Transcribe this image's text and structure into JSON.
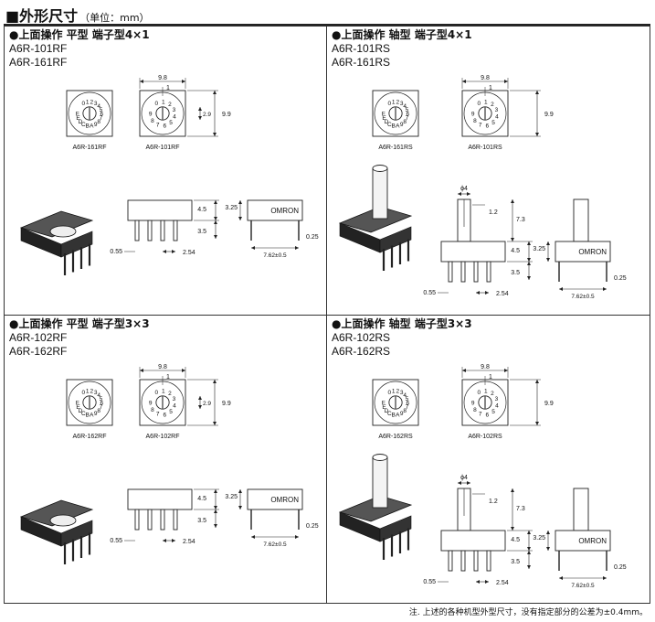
{
  "page_title": "■外形尺寸",
  "unit_label": "（单位：mm）",
  "panels": [
    {
      "heading": "●上面操作 平型 端子型4×1",
      "models": [
        "A6R-101RF",
        "A6R-161RF"
      ],
      "caption_left": "A6R-161RF",
      "caption_right": "A6R-101RF",
      "dims": {
        "w": "9.8",
        "ptr": "1",
        "h": "9.9",
        "in": "2.9",
        "h1": "3.25",
        "h2": "4.5",
        "h3": "3.5",
        "pin": "0.55",
        "pitch": "2.54",
        "lead": "0.25",
        "row": "7.62±0.5"
      },
      "brand": "OMRON"
    },
    {
      "heading": "●上面操作 轴型 端子型4×1",
      "models": [
        "A6R-101RS",
        "A6R-161RS"
      ],
      "caption_left": "A6R-161RS",
      "caption_right": "A6R-101RS",
      "dims": {
        "w": "9.8",
        "ptr": "1",
        "h": "9.9",
        "shaft": "ϕ4",
        "cut": "1.2",
        "sh": "7.3",
        "h1": "3.25",
        "h2": "4.5",
        "h3": "3.5",
        "pin": "0.55",
        "pitch": "2.54",
        "lead": "0.25",
        "row": "7.62±0.5"
      },
      "brand": "OMRON"
    },
    {
      "heading": "●上面操作 平型 端子型3×3",
      "models": [
        "A6R-102RF",
        "A6R-162RF"
      ],
      "caption_left": "A6R-162RF",
      "caption_right": "A6R-102RF",
      "dims": {
        "w": "9.8",
        "ptr": "1",
        "h": "9.9",
        "in": "2.9",
        "h1": "3.25",
        "h2": "4.5",
        "h3": "3.5",
        "pin": "0.55",
        "pitch": "2.54",
        "lead": "0.25",
        "row": "7.62±0.5"
      },
      "brand": "OMRON"
    },
    {
      "heading": "●上面操作 轴型 端子型3×3",
      "models": [
        "A6R-102RS",
        "A6R-162RS"
      ],
      "caption_left": "A6R-162RS",
      "caption_right": "A6R-102RS",
      "dims": {
        "w": "9.8",
        "ptr": "1",
        "h": "9.9",
        "shaft": "ϕ4",
        "cut": "1.2",
        "sh": "7.3",
        "h1": "3.25",
        "h2": "4.5",
        "h3": "3.5",
        "pin": "0.55",
        "pitch": "2.54",
        "lead": "0.25",
        "row": "7.62±0.5"
      },
      "brand": "OMRON"
    }
  ],
  "dial_hex": "0123456789ABCDEF",
  "dial_dec": "0123456789",
  "footnote": "注. 上述的各种机型外型尺寸，没有指定部分的公差为±0.4mm。"
}
